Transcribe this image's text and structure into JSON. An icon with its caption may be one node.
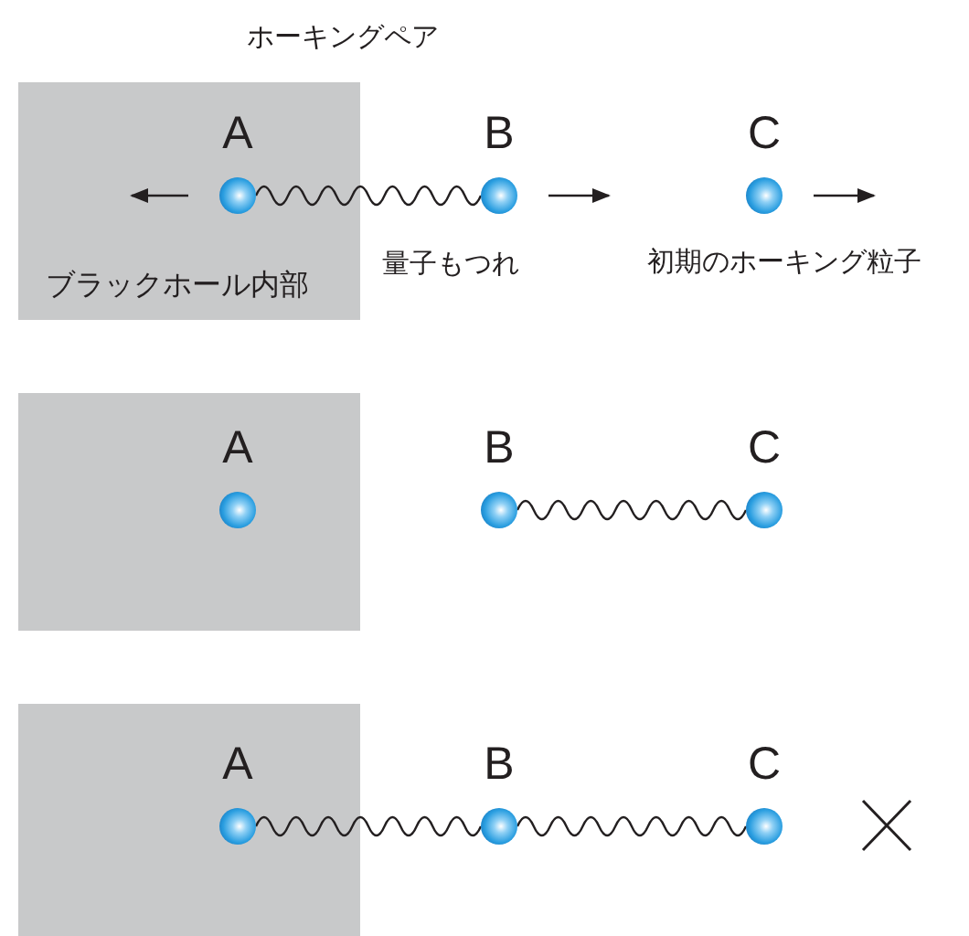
{
  "diagram": {
    "nodes": [
      {
        "text": [
          "ブラックホール内部"
        ]
      },
      {
        "text": [],
        "shape": "circle",
        "beside": [
          "A"
        ],
        "in": 0
      },
      {
        "text": [],
        "shape": "circle",
        "beside": [
          "B"
        ]
      },
      {
        "text": [],
        "shape": "circle",
        "beside": [
          "C",
          "初期のホーキング粒子"
        ]
      },
      {
        "text": [],
        "shape": "box"
      },
      {
        "text": [],
        "shape": "circle",
        "beside": [
          "A"
        ],
        "in": 4
      },
      {
        "text": [],
        "shape": "circle",
        "beside": [
          "B"
        ]
      },
      {
        "text": [],
        "shape": "circle",
        "beside": [
          "C"
        ]
      },
      {
        "text": [],
        "shape": "box"
      },
      {
        "text": [],
        "shape": "circle",
        "beside": [
          "A"
        ],
        "in": 8
      },
      {
        "text": [],
        "shape": "circle",
        "beside": [
          "B"
        ]
      },
      {
        "text": [],
        "shape": "circle",
        "beside": [
          "C"
        ]
      }
    ],
    "edges": [
      {
        "from": 1,
        "to": 2,
        "arrow": "none",
        "label": "量子もつれ"
      },
      {
        "from": 6,
        "to": 7,
        "arrow": "none"
      },
      {
        "from": 9,
        "to": 10,
        "arrow": "none"
      },
      {
        "from": 10,
        "to": 11,
        "arrow": "none"
      }
    ],
    "labels": [
      "ホーキングペア"
    ]
  }
}
